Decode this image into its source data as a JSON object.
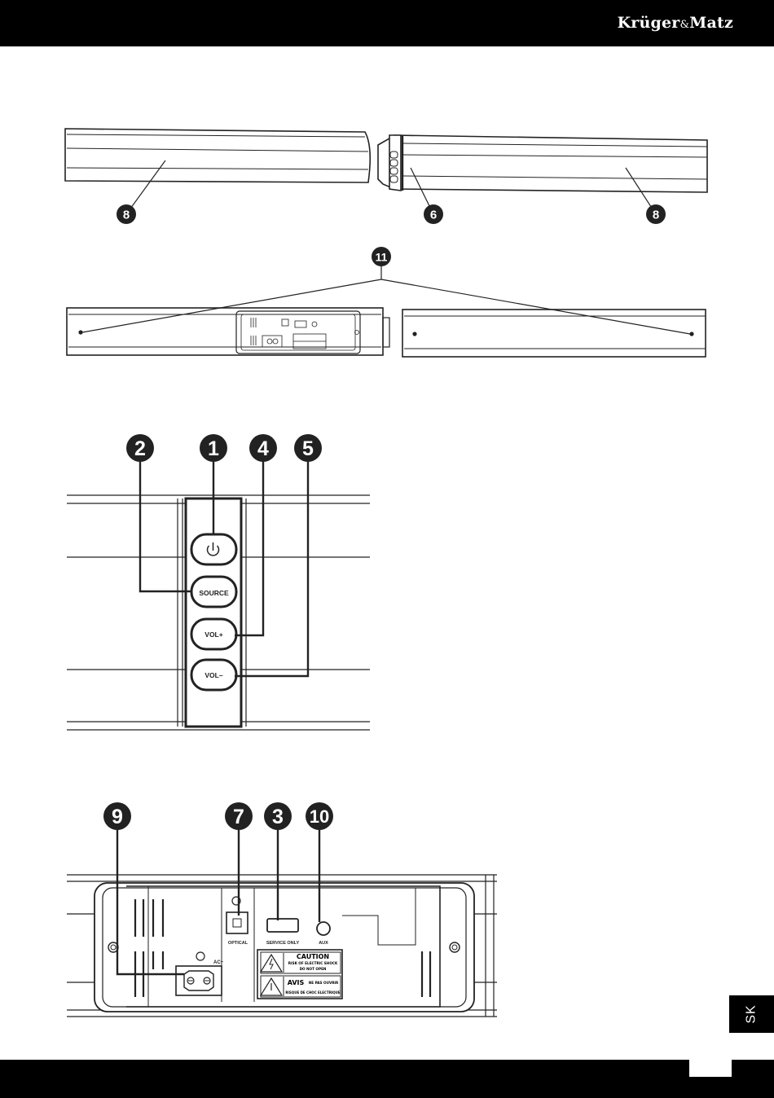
{
  "header": {
    "brand_prefix": "Krüger",
    "brand_amp": "&",
    "brand_suffix": "Matz"
  },
  "language_tab": "SK",
  "figure1": {
    "callouts": [
      "8",
      "6",
      "8"
    ]
  },
  "figure2": {
    "callouts": [
      "11"
    ]
  },
  "figure3": {
    "callouts": [
      "2",
      "1",
      "4",
      "5"
    ],
    "buttons": {
      "source": "SOURCE",
      "vol_up": "VOL+",
      "vol_down": "VOL–"
    }
  },
  "figure4": {
    "callouts": [
      "9",
      "7",
      "3",
      "10"
    ],
    "ports": {
      "optical": "OPTICAL",
      "service": "SERVICE ONLY",
      "aux": "AUX",
      "ac": "AC~"
    },
    "warning": {
      "caution_title": "CAUTION",
      "caution_line1": "RISK OF ELECTRIC SHOCK",
      "caution_line2": "DO NOT OPEN",
      "avis_title": "AVIS",
      "avis_line1": "NE PAS OUVRIR",
      "avis_line2": "RISQUE DE CHOC ELECTRIQUE"
    }
  }
}
